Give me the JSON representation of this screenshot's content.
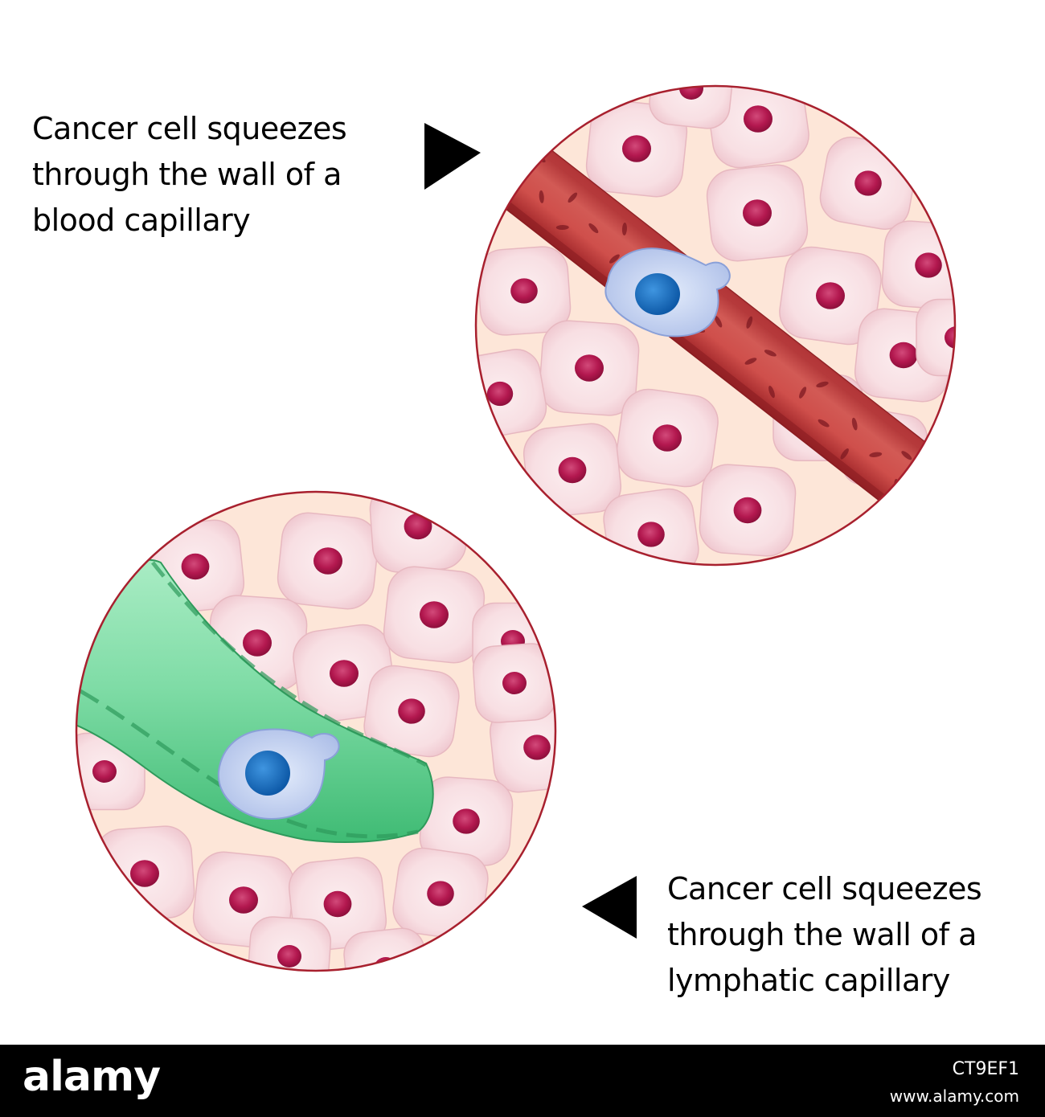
{
  "captions": {
    "blood": {
      "lines": [
        "Cancer cell squeezes",
        "through the wall of a",
        "blood capillary"
      ]
    },
    "lymphatic": {
      "lines": [
        "Cancer cell squeezes",
        "through the wall of a",
        "lymphatic capillary"
      ]
    }
  },
  "footer": {
    "logo": "alamy",
    "image_id": "CT9EF1",
    "url": "www.alamy.com"
  },
  "colors": {
    "background": "#ffffff",
    "tissue_background": "#fde6d8",
    "tissue_cell": "#f8dde0",
    "nucleus": "#b3184f",
    "circle_border": "#a8202e",
    "blood_vessel": "#c23c3c",
    "lymph_vessel": "#6fd39a",
    "cancer_cell": "#c8d6f2",
    "cancer_nucleus": "#1670c2",
    "footer_bg": "#000000",
    "footer_text": "#ffffff"
  }
}
